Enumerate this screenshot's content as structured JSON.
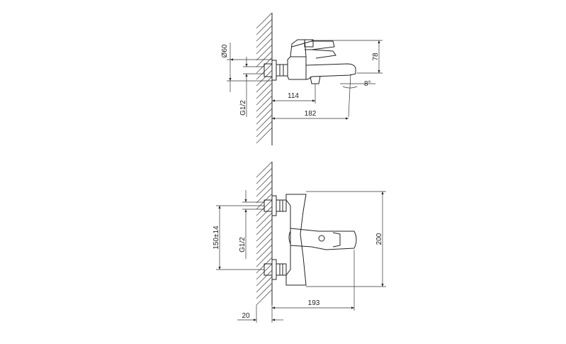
{
  "dimensions": {
    "top": {
      "flange_diameter": "Ø60",
      "height": "78",
      "angle": "8°",
      "connection_offset": "114",
      "spout_reach": "182",
      "thread": "G1/2"
    },
    "bottom": {
      "center_distance": "150±14",
      "thread": "G1/2",
      "overall_height": "200",
      "overall_reach": "193",
      "wall_offset": "20"
    }
  },
  "colors": {
    "line": "#222222",
    "hatch": "#555555",
    "background": "#ffffff"
  }
}
